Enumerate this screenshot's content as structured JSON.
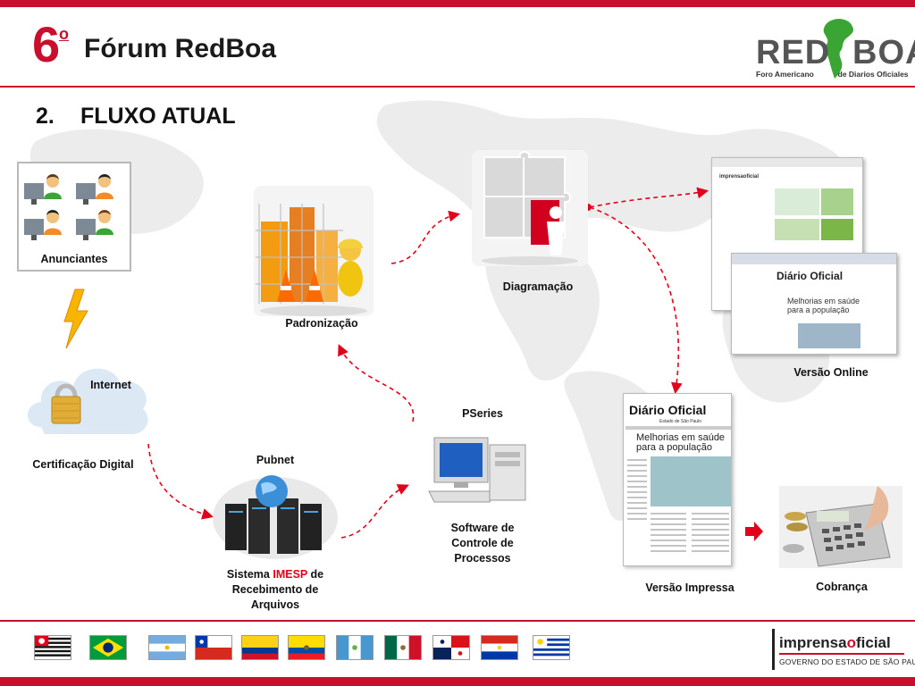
{
  "header": {
    "edition_number": "6",
    "edition_ordinal": "o",
    "title": "Fórum RedBoa",
    "logo": {
      "red": "RED",
      "boa": "BOA",
      "subtitle_left": "Foro Americano",
      "subtitle_right": "de Diarios Oficiales"
    }
  },
  "section": {
    "number": "2.",
    "title": "FLUXO ATUAL"
  },
  "nodes": {
    "anunciantes": "Anunciantes",
    "internet": "Internet",
    "certificacao": "Certificação Digital",
    "pubnet": "Pubnet",
    "sistema_pre": "Sistema",
    "sistema_hl": "IMESP",
    "sistema_post": "de",
    "sistema_l2": "Recebimento de",
    "sistema_l3": "Arquivos",
    "padronizacao": "Padronização",
    "diagramacao": "Diagramação",
    "pseries": "PSeries",
    "software_l1": "Software de",
    "software_l2": "Controle de",
    "software_l3": "Processos",
    "versao_online": "Versão Online",
    "versao_impressa": "Versão Impressa",
    "cobranca": "Cobrança"
  },
  "newspaper": {
    "masthead": "Diário Oficial",
    "state": "Estado de São Paulo",
    "headline_l1": "Melhorias em saúde",
    "headline_l2": "para a população",
    "site_brand": "imprensaoficial"
  },
  "footer": {
    "flags": [
      "Sao Paulo",
      "Brasil",
      "Argentina",
      "Chile",
      "Colombia",
      "Ecuador",
      "Guatemala",
      "Mexico",
      "Panama",
      "Paraguay",
      "Uruguay"
    ],
    "logo_prefix": "imprensa",
    "logo_o": "o",
    "logo_suffix": "ficial",
    "logo_sub": "GOVERNO DO ESTADO DE SÃO PAULO"
  },
  "colors": {
    "accent_red": "#c8102e",
    "arrow_red": "#e3001b",
    "map_gray": "#ececec"
  }
}
